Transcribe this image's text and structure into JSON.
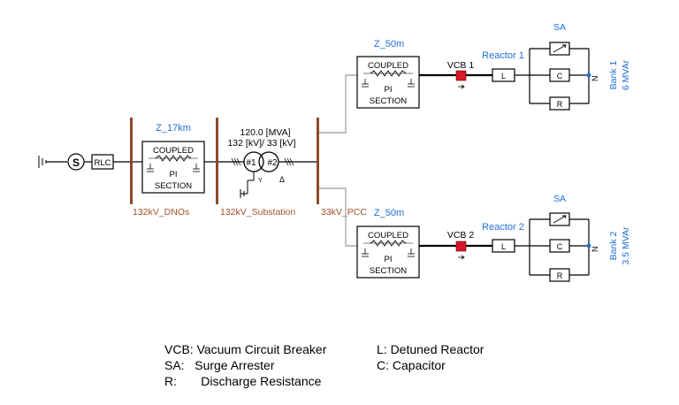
{
  "colors": {
    "bus": "#8b4a2a",
    "blue_label": "#1f6fd6",
    "brown_label": "#a0522d",
    "breaker": "#d8162a",
    "wire": "#000000",
    "tap_wire": "#999999"
  },
  "source": {
    "rlc_label": "RLC",
    "source_symbol": "S"
  },
  "line_17km": {
    "name": "Z_17km",
    "box_line1": "COUPLED",
    "box_line2": "PI",
    "box_line3": "SECTION"
  },
  "buses": {
    "dnos": "132kV_DNOs",
    "substation": "132kV_Substation",
    "pcc": "33kV_PCC"
  },
  "transformer": {
    "rating": "120.0 [MVA]",
    "voltages": "132 [kV]/ 33 [kV]",
    "winding1": "#1",
    "winding2": "#2",
    "ground_symbol": "Y",
    "delta_symbol": "Δ"
  },
  "feeder1": {
    "line_name": "Z_50m",
    "box_line1": "COUPLED",
    "box_line2": "PI",
    "box_line3": "SECTION",
    "breaker": "VCB 1",
    "reactor": "Reactor 1",
    "reactor_symbol": "L",
    "arrester": "SA",
    "capacitor_symbol": "C",
    "resistor_symbol": "R",
    "neutral_symbol": "N",
    "bank_name": "Bank 1",
    "bank_rating": "6 MVAr"
  },
  "feeder2": {
    "line_name": "Z_50m",
    "box_line1": "COUPLED",
    "box_line2": "PI",
    "box_line3": "SECTION",
    "breaker": "VCB 2",
    "reactor": "Reactor 2",
    "reactor_symbol": "L",
    "arrester": "SA",
    "capacitor_symbol": "C",
    "resistor_symbol": "R",
    "neutral_symbol": "N",
    "bank_name": "Bank 2",
    "bank_rating": "3.5 MVAr"
  },
  "legend": {
    "vcb": "VCB: Vacuum Circuit Breaker",
    "sa": "SA:   Surge Arrester",
    "r": "R:       Discharge Resistance",
    "l": "L: Detuned Reactor",
    "c": "C: Capacitor"
  }
}
